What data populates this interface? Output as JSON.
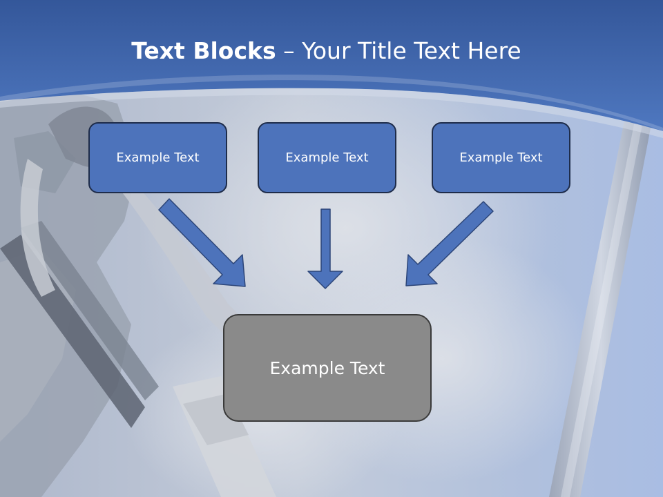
{
  "title": {
    "bold": "Text Blocks",
    "rest": " – Your Title Text Here"
  },
  "blocks": {
    "top_left": "Example Text",
    "top_center": "Example Text",
    "top_right": "Example Text",
    "center": "Example Text"
  },
  "colors": {
    "header_blue": "#4a6fb5",
    "box_blue": "#4d73bb",
    "box_gray": "#8a8a8a",
    "arrow_fill": "#4d73bb",
    "arrow_stroke": "#2c4578"
  }
}
